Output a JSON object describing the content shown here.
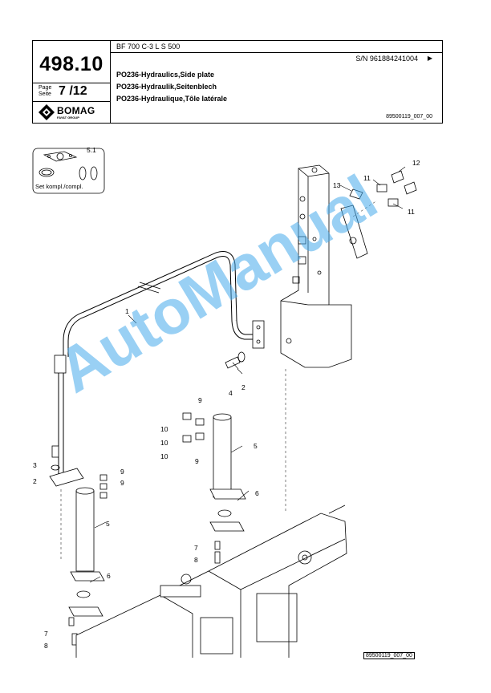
{
  "header": {
    "model": "BF 700 C-3 L S 500",
    "serial": "S/N 961884241004",
    "serial_arrow": "▶",
    "page_number": "498.10",
    "page_label_en": "Page",
    "page_label_de": "Seite",
    "page_current": "7",
    "page_total": "/12",
    "brand": "BOMAG",
    "brand_sub": "FAYAT GROUP",
    "title_en": "PO236-Hydraulics,Side plate",
    "title_de": "PO236-Hydraulik,Seitenblech",
    "title_fr": "PO236-Hydraulique,Tôle latérale",
    "drawing_id": "89500119_007_00"
  },
  "drawing": {
    "set_caption": "Set kompl./compl.",
    "callouts": {
      "c5_1": "5.1",
      "c1": "1",
      "c2a": "2",
      "c4": "4",
      "c2b": "2",
      "c3": "3",
      "c9a": "9",
      "c9b": "9",
      "c9c": "9",
      "c9d": "9",
      "c10a": "10",
      "c10b": "10",
      "c10c": "10",
      "c5a": "5",
      "c5b": "5",
      "c6a": "6",
      "c6b": "6",
      "c7a": "7",
      "c8a": "8",
      "c7b": "7",
      "c8b": "8",
      "c11a": "11",
      "c11b": "11",
      "c12": "12",
      "c13": "13"
    },
    "watermark": "AutoManual",
    "footer_id": "89500119_007_00"
  }
}
